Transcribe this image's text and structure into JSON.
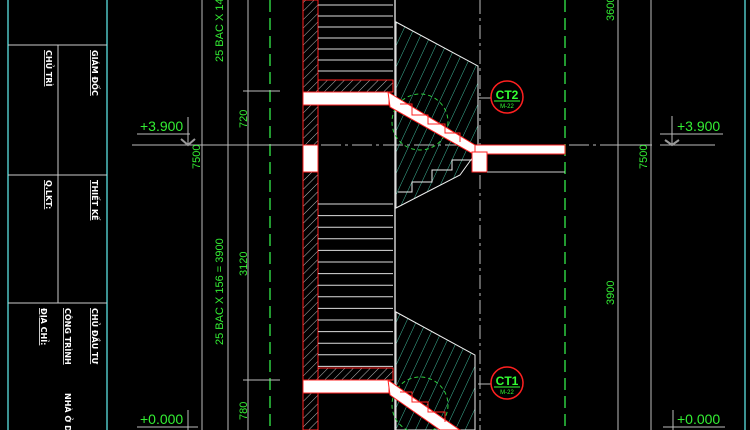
{
  "title_block": {
    "director": "GIÁM ĐỐC",
    "lead": "CHỦ TRÌ",
    "design": "THIẾT KẾ",
    "qlkt": "Q.LKT:",
    "investor": "CHỦ ĐẦU TƯ",
    "project": "CÔNG TRÌNH",
    "address": "ĐỊA CHỈ:",
    "project_name": "NHÀ Ở DÂ"
  },
  "dimensions": {
    "stairs_upper": "25 BAC X 14",
    "stairs_lower": "25 BAC X 156 = 3900",
    "d720": "720",
    "d3120": "3120",
    "d780": "780",
    "d7500_left": "7500",
    "d7500_right": "7500",
    "d3600": "3600",
    "d3900": "3900"
  },
  "levels": {
    "upper_left": "+3.900",
    "upper_right": "+3.900",
    "ground_left": "+0.000",
    "ground_right": "+0.000"
  },
  "details": [
    {
      "id": "CT2",
      "ref": "M-22"
    },
    {
      "id": "CT1",
      "ref": "M-22"
    }
  ],
  "colors": {
    "background": "#000000",
    "dimension_text": "#33ee33",
    "section_cut": "#ff2020",
    "frame": "#4fc3c3"
  }
}
